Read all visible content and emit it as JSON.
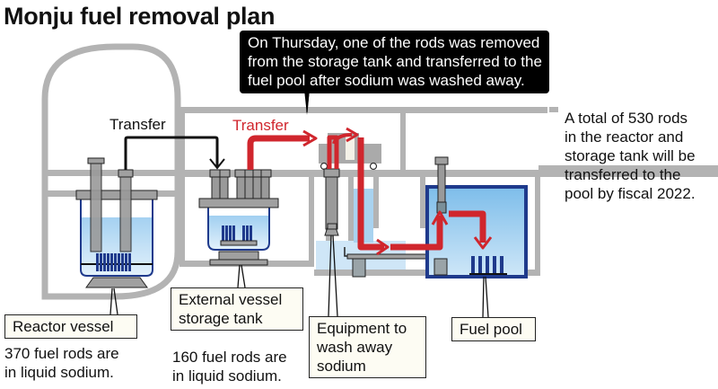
{
  "title": "Monju fuel removal plan",
  "callout": {
    "lines": [
      "On Thursday, one of the rods was removed",
      "from the storage tank and transferred to the",
      "fuel pool after sodium was washed away."
    ]
  },
  "side_note": {
    "lines": [
      "A total of 530 rods",
      "in the reactor and",
      "storage tank will be",
      "transferred to the",
      "pool by fiscal 2022."
    ]
  },
  "arrows": {
    "transfer_black": "Transfer",
    "transfer_red": "Transfer"
  },
  "labels": {
    "reactor_vessel": "Reactor vessel",
    "storage_tank": [
      "External vessel",
      "storage tank"
    ],
    "wash_equipment": [
      "Equipment to",
      "wash away",
      "sodium"
    ],
    "fuel_pool": "Fuel pool"
  },
  "captions": {
    "reactor": [
      "370 fuel rods are",
      "in liquid sodium."
    ],
    "storage": [
      "160 fuel rods are",
      "in liquid sodium."
    ]
  },
  "colors": {
    "building_gray": "#b3b3b3",
    "component_gray": "#9a9a9a",
    "vessel_blue": "#1f3a8c",
    "liquid_blue": "#a9d3f0",
    "transfer_red": "#d0262d",
    "label_bg": "#fdfcf3"
  }
}
